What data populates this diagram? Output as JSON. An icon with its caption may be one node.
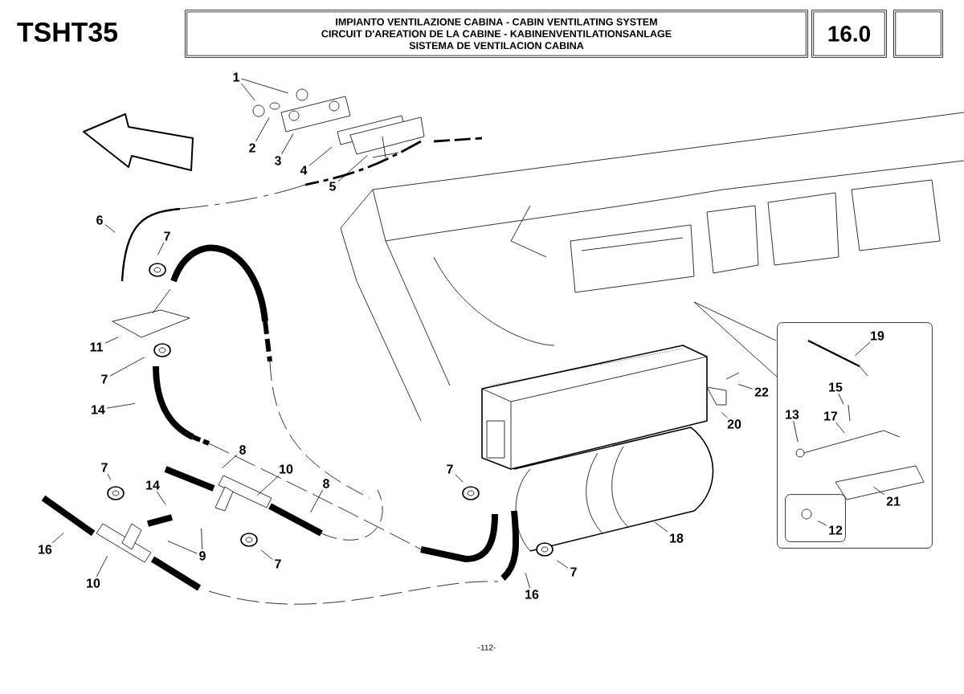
{
  "diagram": {
    "nodes": [
      {
        "text": [
          "IMPIANTO VENTILAZIONE CABINA - CABIN VENTILATING SYSTEM",
          "CIRCUIT D'AREATION DE LA CABINE - KABINENVENTILATIONSANLAGE",
          "SISTEMA DE VENTILACION CABINA"
        ]
      },
      {
        "text": [
          "16.0"
        ]
      },
      {
        "text": [],
        "shape": "box"
      },
      {
        "text": [
          "1"
        ]
      },
      {
        "text": [
          "2"
        ]
      },
      {
        "text": [
          "3"
        ]
      },
      {
        "text": [
          "4"
        ]
      },
      {
        "text": [
          "5"
        ]
      },
      {
        "text": [
          "6"
        ]
      },
      {
        "text": [
          "7"
        ]
      },
      {
        "text": [
          "11"
        ]
      },
      {
        "text": [
          "7"
        ]
      },
      {
        "text": [
          "14"
        ]
      },
      {
        "text": [
          "8"
        ]
      },
      {
        "text": [
          "10"
        ]
      },
      {
        "text": [
          "7"
        ]
      },
      {
        "text": [
          "14"
        ]
      },
      {
        "text": [
          "8"
        ]
      },
      {
        "text": [
          "16"
        ]
      },
      {
        "text": [
          "9"
        ]
      },
      {
        "text": [
          "10"
        ]
      },
      {
        "text": [
          "7"
        ]
      },
      {
        "text": [
          "7"
        ]
      },
      {
        "text": [
          "16"
        ]
      },
      {
        "text": [
          "7"
        ]
      },
      {
        "text": [
          "18"
        ]
      },
      {
        "text": [
          "22"
        ]
      },
      {
        "text": [
          "20"
        ]
      },
      {
        "text": [],
        "shape": "box"
      },
      {
        "text": [
          "19"
        ],
        "in": 28
      },
      {
        "text": [
          "15"
        ],
        "in": 28
      },
      {
        "text": [
          "17"
        ],
        "in": 28
      },
      {
        "text": [
          "13"
        ],
        "in": 28
      },
      {
        "text": [
          "21"
        ],
        "in": 28
      },
      {
        "text": [],
        "shape": "box",
        "in": 28
      },
      {
        "text": [
          "12"
        ],
        "in": 34
      }
    ],
    "edges": [
      {
        "from": 3,
        "to": null,
        "arrow": "none"
      },
      {
        "from": 3,
        "to": null,
        "arrow": "none"
      },
      {
        "from": 4,
        "to": null,
        "arrow": "none"
      },
      {
        "from": 5,
        "to": null,
        "arrow": "none"
      },
      {
        "from": 6,
        "to": null,
        "arrow": "none"
      },
      {
        "from": 7,
        "to": null,
        "arrow": "none"
      },
      {
        "from": 8,
        "to": null,
        "arrow": "none"
      },
      {
        "from": 9,
        "to": null,
        "arrow": "none"
      },
      {
        "from": 10,
        "to": null,
        "arrow": "none"
      },
      {
        "from": 11,
        "to": null,
        "arrow": "none"
      },
      {
        "from": 12,
        "to": null,
        "arrow": "none"
      },
      {
        "from": 13,
        "to": null,
        "arrow": "none"
      },
      {
        "from": 14,
        "to": null,
        "arrow": "none"
      },
      {
        "from": 15,
        "to": null,
        "arrow": "none"
      },
      {
        "from": 16,
        "to": null,
        "arrow": "none"
      },
      {
        "from": 17,
        "to": null,
        "arrow": "none"
      },
      {
        "from": 18,
        "to": null,
        "arrow": "none"
      },
      {
        "from": 19,
        "to": null,
        "arrow": "none"
      },
      {
        "from": 19,
        "to": null,
        "arrow": "none"
      },
      {
        "from": 20,
        "to": null,
        "arrow": "none"
      },
      {
        "from": 21,
        "to": null,
        "arrow": "none"
      },
      {
        "from": 22,
        "to": null,
        "arrow": "none"
      },
      {
        "from": 23,
        "to": null,
        "arrow": "none"
      },
      {
        "from": 24,
        "to": null,
        "arrow": "none"
      },
      {
        "from": 25,
        "to": null,
        "arrow": "none"
      },
      {
        "from": 26,
        "to": null,
        "arrow": "none"
      },
      {
        "from": 27,
        "to": null,
        "arrow": "none"
      },
      {
        "from": 28,
        "to": null,
        "arrow": "none"
      },
      {
        "from": 29,
        "to": null,
        "arrow": "none"
      },
      {
        "from": 30,
        "to": null,
        "arrow": "none"
      },
      {
        "from": 31,
        "to": null,
        "arrow": "none"
      },
      {
        "from": 32,
        "to": null,
        "arrow": "none"
      },
      {
        "from": 33,
        "to": null,
        "arrow": "none"
      },
      {
        "from": 35,
        "to": null,
        "arrow": "none"
      }
    ],
    "labels": [
      "TSHT35",
      "-112-"
    ]
  }
}
